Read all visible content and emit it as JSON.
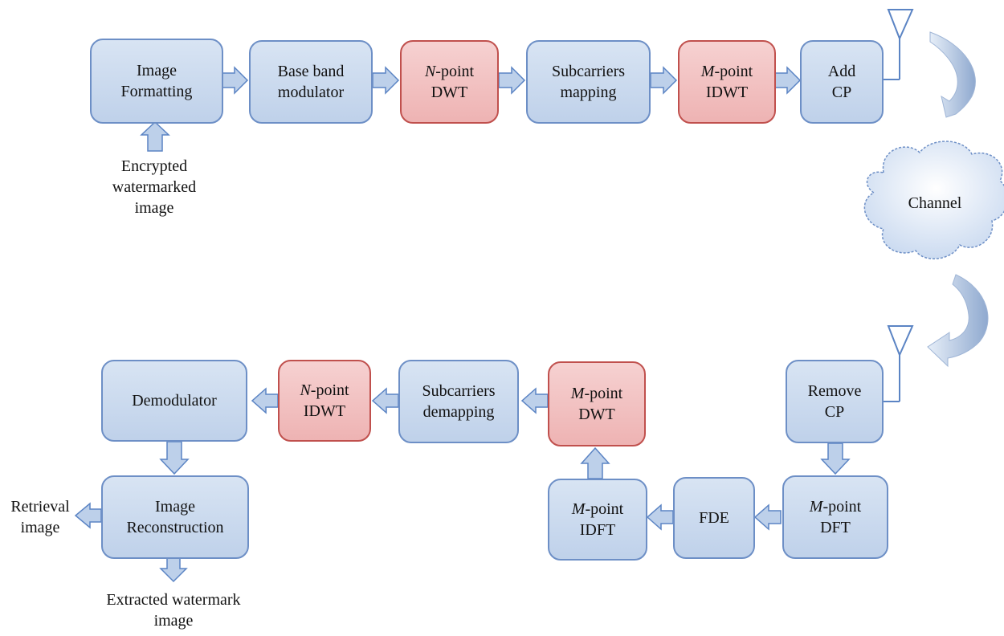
{
  "blocks": {
    "image_formatting": [
      "Image",
      "Formatting"
    ],
    "baseband_modulator": [
      "Base band",
      "modulator"
    ],
    "n_point_dwt": {
      "var": "N",
      "line1": "-point",
      "line2": "DWT"
    },
    "subcarriers_mapping": [
      "Subcarriers",
      "mapping"
    ],
    "m_point_idwt": {
      "var": "M",
      "line1": "-point",
      "line2": "IDWT"
    },
    "add_cp": [
      "Add",
      "CP"
    ],
    "remove_cp": [
      "Remove",
      "CP"
    ],
    "m_point_dft": {
      "var": "M",
      "line1": "-point",
      "line2": "DFT"
    },
    "fde": [
      "FDE"
    ],
    "m_point_idft": {
      "var": "M",
      "line1": "-point",
      "line2": "IDFT"
    },
    "m_point_dwt": {
      "var": "M",
      "line1": "-point",
      "line2": "DWT"
    },
    "subcarriers_demapping": [
      "Subcarriers",
      "demapping"
    ],
    "n_point_idwt": {
      "var": "N",
      "line1": "-point",
      "line2": "IDWT"
    },
    "demodulator": [
      "Demodulator"
    ],
    "image_reconstruction": [
      "Image",
      "Reconstruction"
    ]
  },
  "labels": {
    "encrypted": [
      "Encrypted",
      "watermarked",
      "image"
    ],
    "channel": "Channel",
    "retrieval": [
      "Retrieval",
      "image"
    ],
    "extracted": [
      "Extracted watermark",
      "image"
    ]
  },
  "colors": {
    "block_fill": "#c9d9ee",
    "block_border": "#6d8fc6",
    "highlight_fill": "#f2c2c2",
    "highlight_border": "#c0504d",
    "arrow_fill": "#bdd0ea",
    "arrow_border": "#5b84c4"
  }
}
